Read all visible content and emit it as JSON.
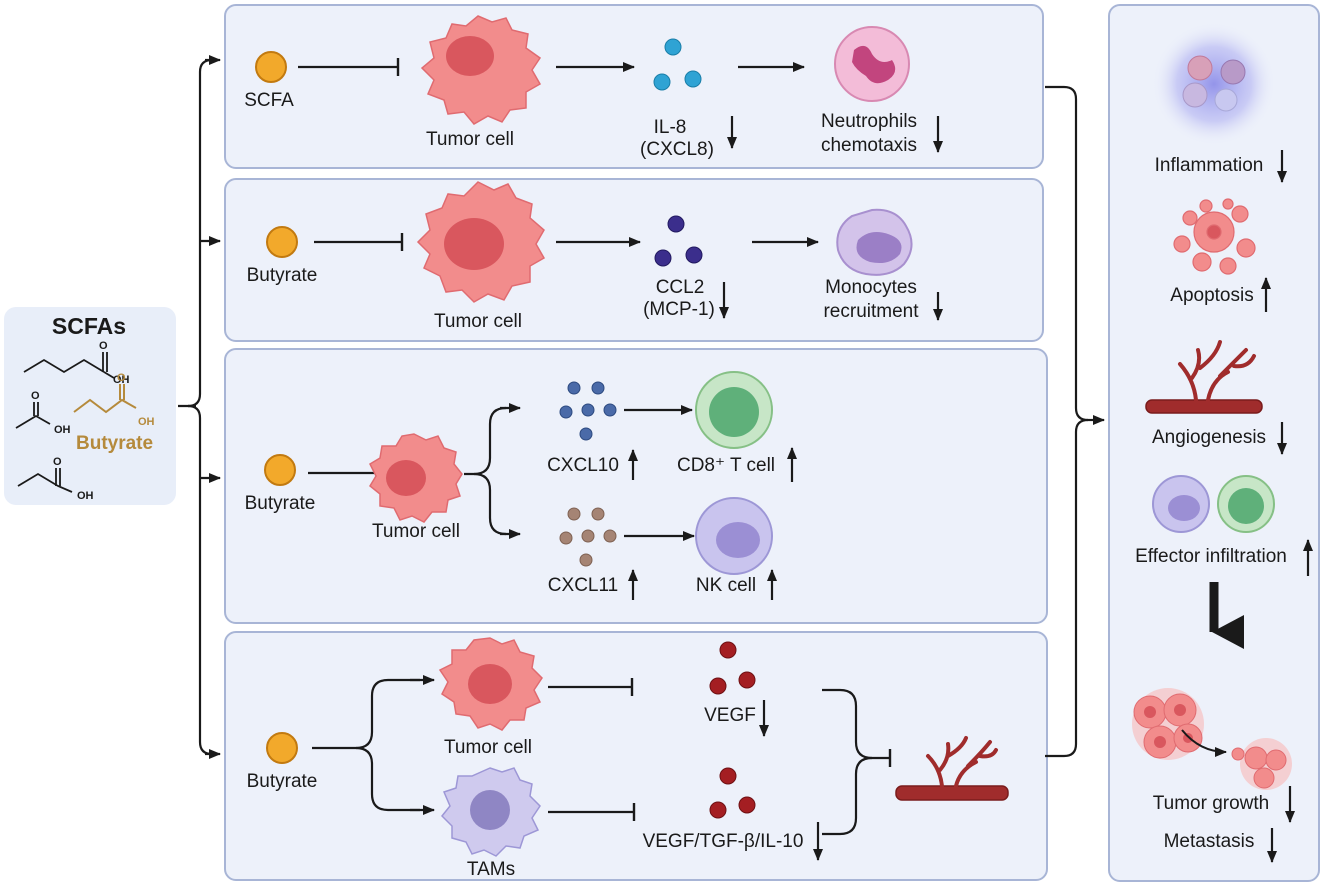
{
  "scfa_panel": {
    "title": "SCFAs",
    "oh": "OH",
    "o": "O",
    "highlight": "Butyrate"
  },
  "pathways": [
    {
      "input": "SCFA",
      "cell": "Tumor cell",
      "mediator": "IL-8\n(CXCL8)",
      "mediator_line1": "IL-8",
      "mediator_line2": "(CXCL8)",
      "mediator_trend": "down",
      "effect_line1": "Neutrophils",
      "effect_line2": "chemotaxis",
      "effect_trend": "down"
    },
    {
      "input": "Butyrate",
      "cell": "Tumor cell",
      "mediator_line1": "CCL2",
      "mediator_line2": "(MCP-1)",
      "mediator_trend": "down",
      "effect_line1": "Monocytes",
      "effect_line2": "recruitment",
      "effect_trend": "down"
    },
    {
      "input": "Butyrate",
      "cell": "Tumor cell",
      "branches": [
        {
          "mediator": "CXCL10",
          "mediator_trend": "up",
          "effect": "CD8⁺ T cell",
          "effect_trend": "up"
        },
        {
          "mediator": "CXCL11",
          "mediator_trend": "up",
          "effect": "NK cell",
          "effect_trend": "up"
        }
      ]
    },
    {
      "input": "Butyrate",
      "branches": [
        {
          "cell": "Tumor cell",
          "mediator": "VEGF",
          "mediator_trend": "down"
        },
        {
          "cell": "TAMs",
          "mediator": "VEGF/TGF-β/IL-10",
          "mediator_trend": "down"
        }
      ]
    }
  ],
  "outcomes": [
    {
      "label": "Inflammation",
      "trend": "down"
    },
    {
      "label": "Apoptosis",
      "trend": "up"
    },
    {
      "label": "Angiogenesis",
      "trend": "down"
    },
    {
      "label": "Effector infiltration",
      "trend": "up"
    },
    {
      "label": "Tumor growth",
      "trend": "down"
    },
    {
      "label": "Metastasis",
      "trend": "down"
    }
  ],
  "colors": {
    "panel_bg": "#edf1fa",
    "panel_border": "#a8b5d6",
    "scfa_ball": "#f2a92b",
    "tumor_cell": "#f28c8c",
    "tumor_nucleus": "#d9575e",
    "il8": "#2fa3d4",
    "ccl2": "#3b2e8c",
    "cxcl10": "#4a6aa8",
    "cxcl11": "#a58474",
    "vegf": "#a41e22",
    "cd8": "#9fd19f",
    "nk": "#b3aee0",
    "vessel": "#a02c2c",
    "butyrate_text": "#b58a3c"
  }
}
